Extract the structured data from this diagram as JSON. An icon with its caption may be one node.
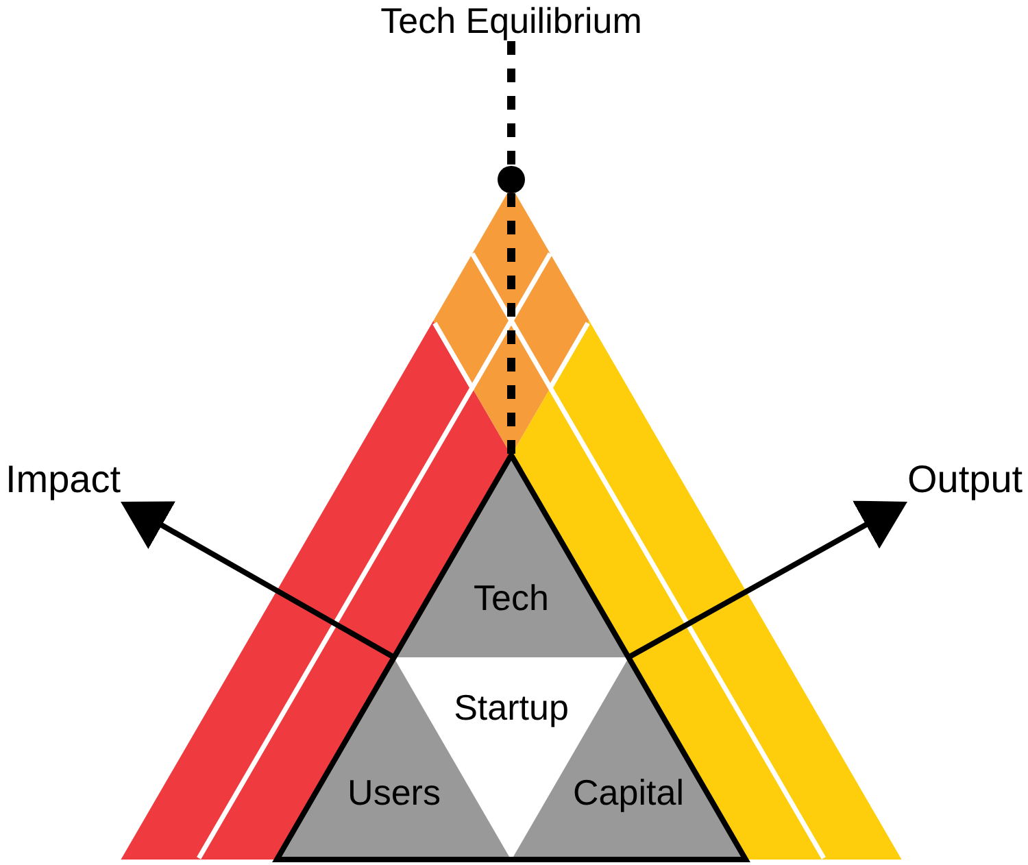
{
  "diagram": {
    "nodes": [
      {
        "text": [
          "Tech Equilibrium"
        ]
      },
      {
        "text": [],
        "shape": "circle"
      },
      {
        "text": [
          "Impact"
        ]
      },
      {
        "text": [
          "Output"
        ]
      },
      {
        "text": [],
        "shape": "triangle"
      },
      {
        "text": [
          "Tech"
        ],
        "in": 4
      },
      {
        "text": [
          "Startup"
        ],
        "in": 4
      },
      {
        "text": [
          "Users"
        ],
        "in": 4
      },
      {
        "text": [
          "Capital"
        ],
        "in": 4
      }
    ],
    "edges": [
      {
        "from": 0,
        "to": 1,
        "arrow": "none",
        "style": "dashed"
      },
      {
        "from": 1,
        "to": 5,
        "arrow": "none",
        "style": "dashed"
      },
      {
        "from": 4,
        "to": 2,
        "arrow": "to"
      },
      {
        "from": 4,
        "to": 3,
        "arrow": "to"
      }
    ]
  }
}
